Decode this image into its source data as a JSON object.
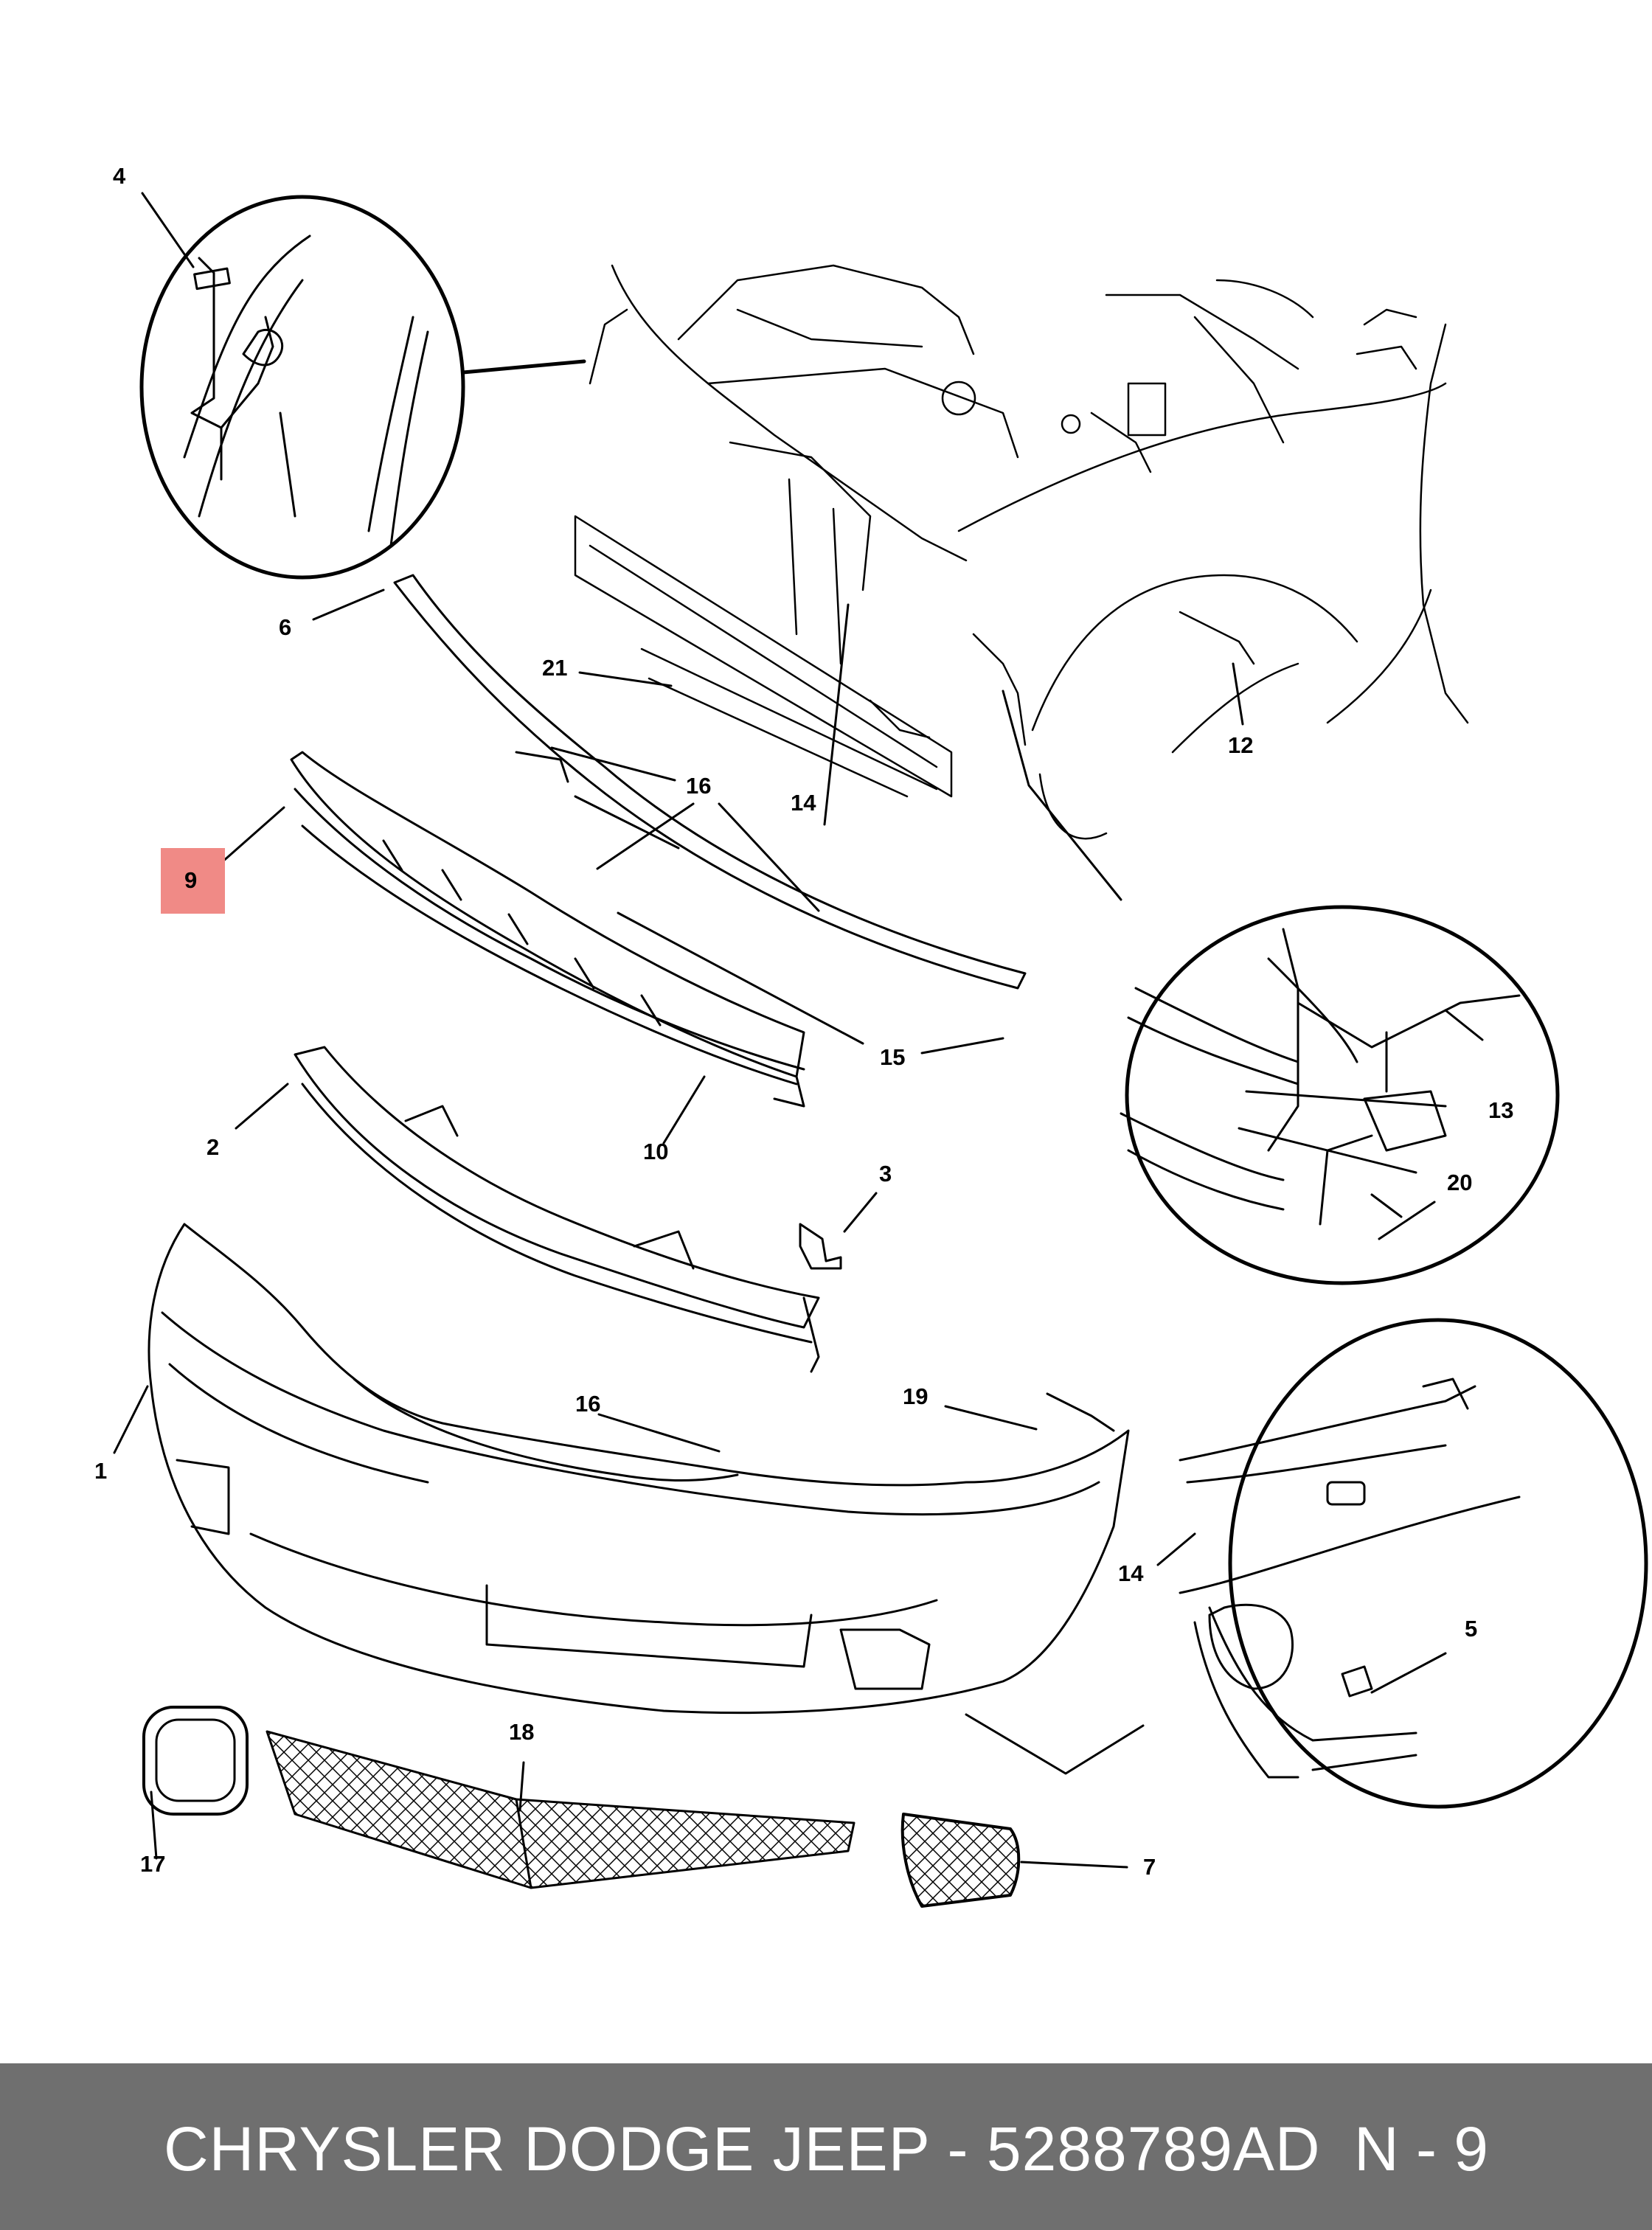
{
  "footer": {
    "title": "CHRYSLER DODGE JEEP - 5288789AD",
    "ref": "N - 9"
  },
  "highlight_color": "#f08a86",
  "footer_bg": "#6f6f6f",
  "callouts": [
    {
      "id": "4",
      "label": "4"
    },
    {
      "id": "6",
      "label": "6"
    },
    {
      "id": "21",
      "label": "21"
    },
    {
      "id": "16a",
      "label": "16"
    },
    {
      "id": "14a",
      "label": "14"
    },
    {
      "id": "12",
      "label": "12"
    },
    {
      "id": "9",
      "label": "9",
      "highlighted": true
    },
    {
      "id": "15",
      "label": "15"
    },
    {
      "id": "13",
      "label": "13"
    },
    {
      "id": "2",
      "label": "2"
    },
    {
      "id": "10",
      "label": "10"
    },
    {
      "id": "3",
      "label": "3"
    },
    {
      "id": "20",
      "label": "20"
    },
    {
      "id": "19",
      "label": "19"
    },
    {
      "id": "16b",
      "label": "16"
    },
    {
      "id": "1",
      "label": "1"
    },
    {
      "id": "14b",
      "label": "14"
    },
    {
      "id": "5",
      "label": "5"
    },
    {
      "id": "18",
      "label": "18"
    },
    {
      "id": "17",
      "label": "17"
    },
    {
      "id": "7",
      "label": "7"
    }
  ]
}
